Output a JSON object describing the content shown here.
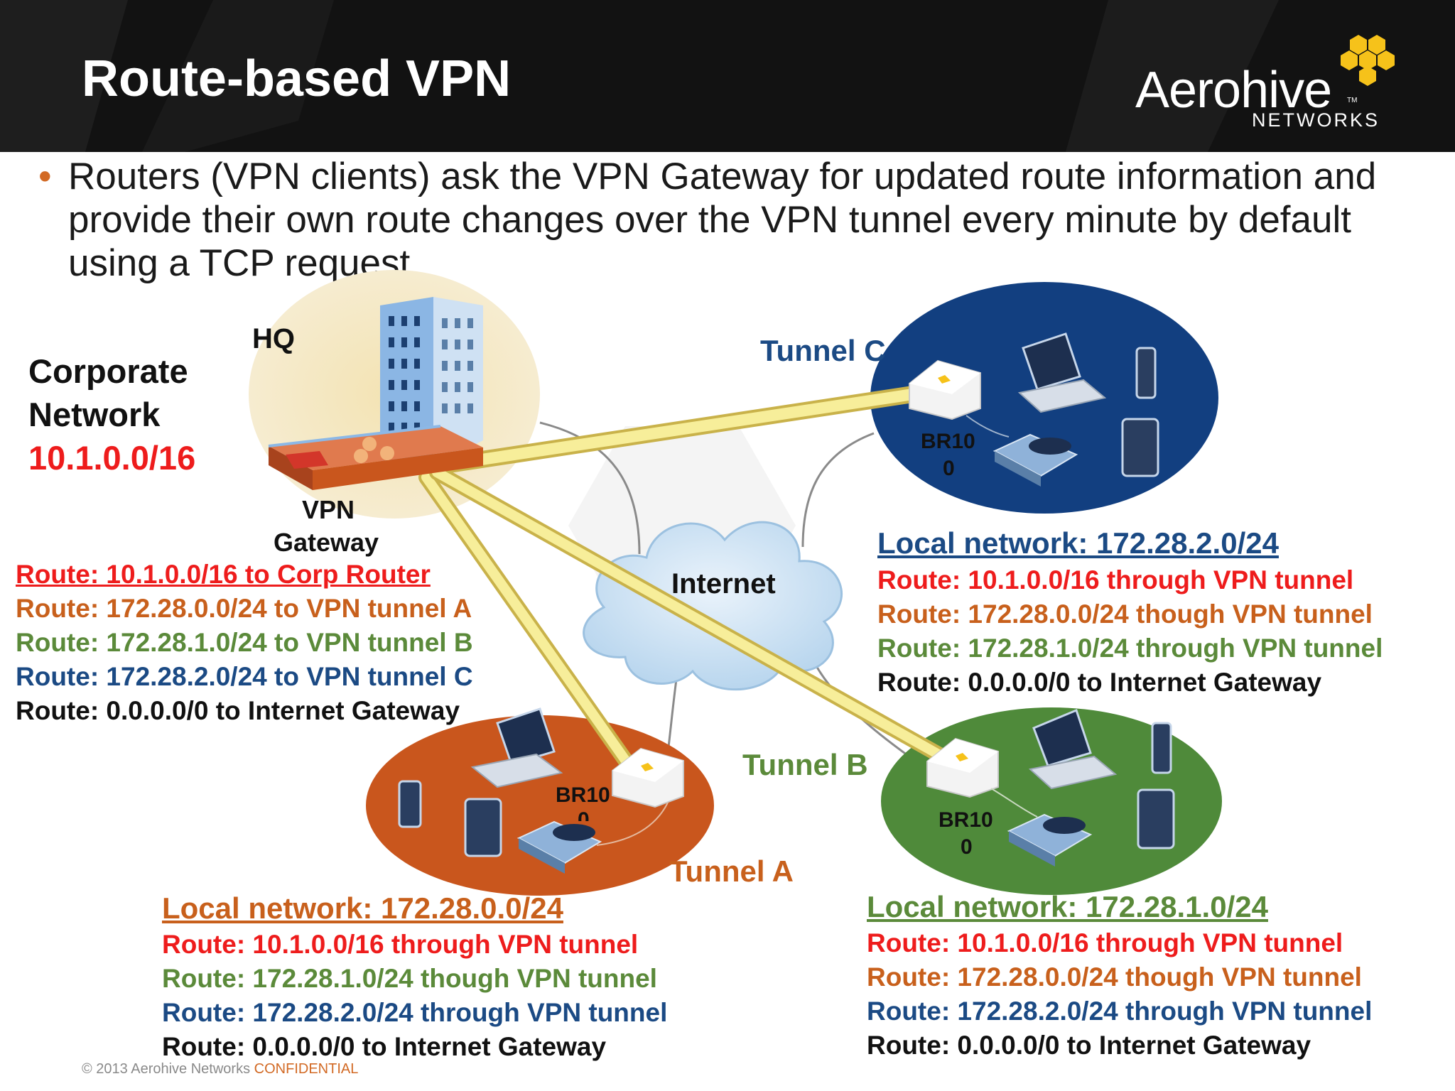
{
  "header": {
    "title": "Route-based VPN",
    "logo_name": "Aerohive",
    "logo_tm": "TM",
    "logo_sub": "NETWORKS"
  },
  "bullet": {
    "marker": "•",
    "text": "Routers (VPN clients) ask the VPN Gateway for updated route information and provide their own route changes over the VPN tunnel every minute by default using a TCP request"
  },
  "hq": {
    "label": "HQ",
    "network_title_line1": "Corporate",
    "network_title_line2": "Network",
    "network_address": "10.1.0.0/16",
    "gateway_label_line1": "VPN",
    "gateway_label_line2": "Gateway",
    "routes": [
      {
        "text": "Route: 10.1.0.0/16 to Corp Router",
        "color": "#ee1c1c"
      },
      {
        "text": "Route: 172.28.0.0/24 to VPN tunnel A",
        "color": "#c8601c"
      },
      {
        "text": "Route: 172.28.1.0/24 to VPN tunnel B",
        "color": "#5b8a3a"
      },
      {
        "text": "Route: 172.28.2.0/24 to VPN tunnel C",
        "color": "#1b4a84"
      },
      {
        "text": "Route: 0.0.0.0/0 to Internet Gateway",
        "color": "#111111"
      }
    ]
  },
  "internet_label": "Internet",
  "tunnels": {
    "a": "Tunnel A",
    "b": "Tunnel B",
    "c": "Tunnel C"
  },
  "branches": {
    "a": {
      "device_line1": "BR10",
      "device_line2": "0",
      "color": "#c9561d",
      "local_network": "Local network: 172.28.0.0/24",
      "routes": [
        {
          "text": "Route: 10.1.0.0/16 through VPN tunnel",
          "color": "#ee1c1c"
        },
        {
          "text": "Route: 172.28.1.0/24 though VPN tunnel",
          "color": "#5b8a3a"
        },
        {
          "text": "Route: 172.28.2.0/24 through VPN tunnel",
          "color": "#1b4a84"
        },
        {
          "text": "Route: 0.0.0.0/0 to Internet Gateway",
          "color": "#111111"
        }
      ]
    },
    "b": {
      "device_line1": "BR10",
      "device_line2": "0",
      "color": "#4f8a3a",
      "local_network": "Local network: 172.28.1.0/24",
      "routes": [
        {
          "text": "Route: 10.1.0.0/16 through VPN tunnel",
          "color": "#ee1c1c"
        },
        {
          "text": "Route: 172.28.0.0/24 though VPN tunnel",
          "color": "#c8601c"
        },
        {
          "text": "Route: 172.28.2.0/24 through VPN tunnel",
          "color": "#1b4a84"
        },
        {
          "text": "Route: 0.0.0.0/0 to Internet Gateway",
          "color": "#111111"
        }
      ]
    },
    "c": {
      "device_line1": "BR10",
      "device_line2": "0",
      "color": "#123f80",
      "local_network": "Local network: 172.28.2.0/24",
      "routes": [
        {
          "text": "Route: 10.1.0.0/16 through VPN tunnel",
          "color": "#ee1c1c"
        },
        {
          "text": "Route: 172.28.0.0/24 though VPN tunnel",
          "color": "#c8601c"
        },
        {
          "text": "Route: 172.28.1.0/24 through VPN tunnel",
          "color": "#5b8a3a"
        },
        {
          "text": "Route: 0.0.0.0/0 to Internet Gateway",
          "color": "#111111"
        }
      ]
    }
  },
  "footer": {
    "copyright": "© 2013 Aerohive Networks",
    "confidential": "CONFIDENTIAL"
  }
}
